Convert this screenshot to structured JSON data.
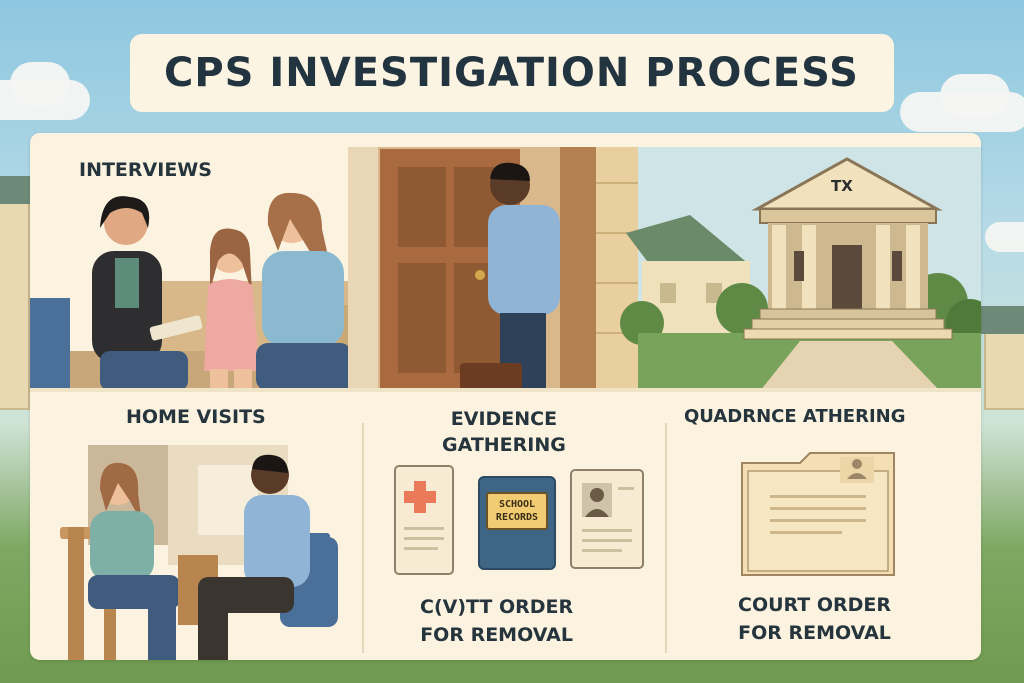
{
  "title": "CPS INVESTIGATION PROCESS",
  "sections": {
    "interviews": "INTERVIEWS",
    "home_visits": "HOME VISITS",
    "evidence": [
      "EVIDENCE",
      "GATHERING"
    ],
    "quadrnce": "QUADRNCE ATHERING",
    "court_left": [
      "C(V)TT ORDER",
      "FOR REMOVAL"
    ],
    "court_right": [
      "COURT ORDER",
      "FOR REMOVAL"
    ]
  },
  "courthouse_label": "TX",
  "records_label": [
    "SCHOOL",
    "RECORDS"
  ],
  "icons": [
    "medical-form-icon",
    "school-records-folder-icon",
    "photo-id-document-icon",
    "case-file-folder-icon",
    "courthouse-icon"
  ],
  "colors": {
    "panel": "#fbf3df",
    "title_text": "#22343f",
    "sky": "#8ec7e0",
    "grass": "#6f9a4f",
    "folder_blue": "#3f6584",
    "folder_tan": "#f3dfb3"
  }
}
